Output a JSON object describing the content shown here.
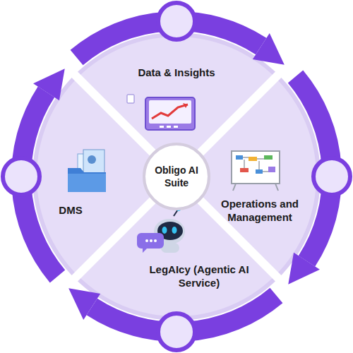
{
  "diagram": {
    "nodes": [
      {
        "text": [
          "Data & Insights"
        ]
      },
      {
        "text": [
          "DMS"
        ]
      },
      {
        "text": [
          "Obligo AI Suite"
        ]
      },
      {
        "text": [
          "Operations and Management"
        ]
      },
      {
        "text": [
          "LegAIcy (Agentic AI Service)"
        ]
      }
    ]
  }
}
